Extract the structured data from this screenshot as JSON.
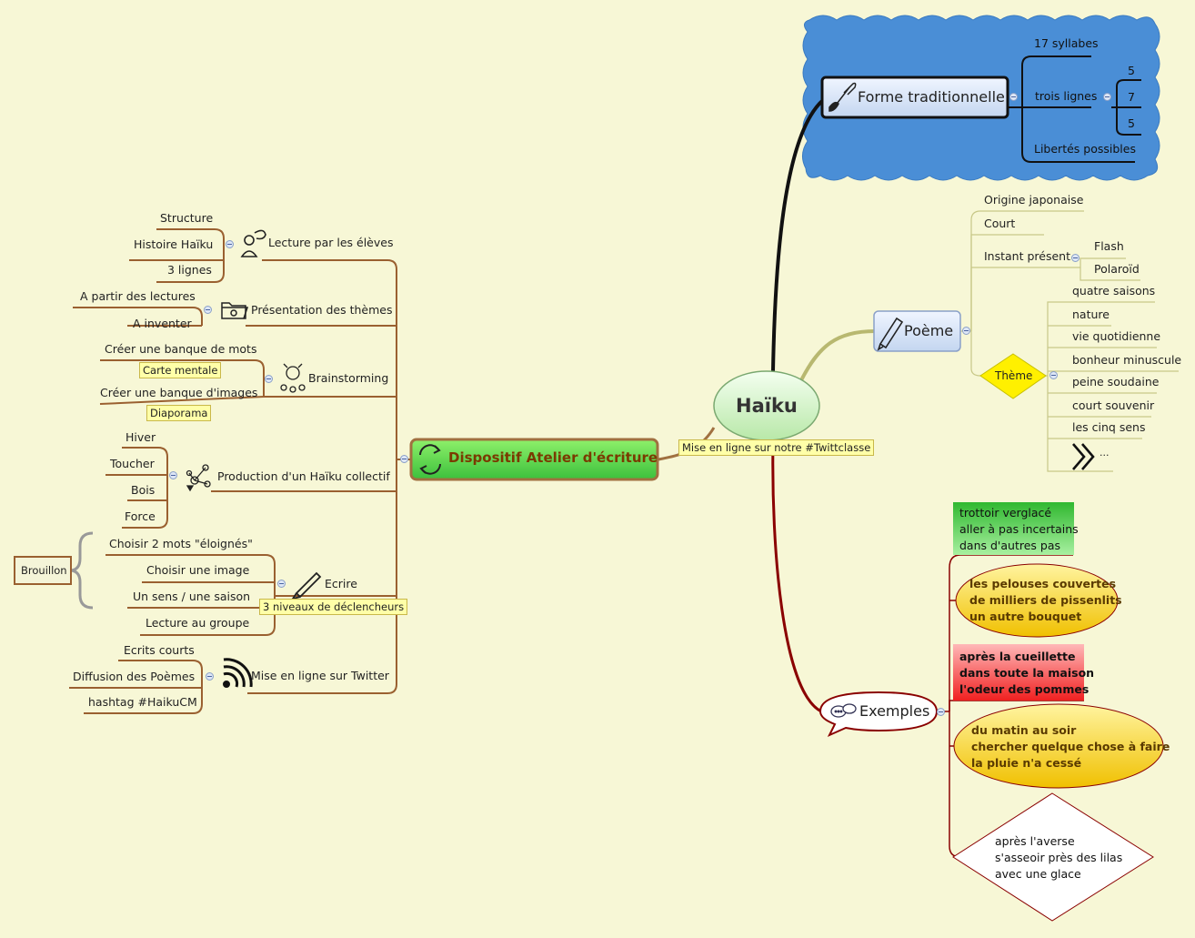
{
  "center": {
    "title": "Haïku",
    "note": "Mise en ligne sur notre #Twittclasse"
  },
  "left": {
    "title": "Dispositif Atelier d'écriture",
    "branches": [
      {
        "label": "Lecture par les élèves",
        "icon": "reader-icon",
        "children": [
          "Structure",
          "Histoire Haïku",
          "3 lignes"
        ]
      },
      {
        "label": "Présentation des thèmes",
        "icon": "folder-icon",
        "children": [
          "A partir des lectures",
          "A inventer"
        ]
      },
      {
        "label": "Brainstorming",
        "icon": "brainstorm-icon",
        "children": [
          "Créer une banque de mots",
          "Créer une banque d'images"
        ],
        "notes": [
          "Carte mentale",
          "Diaporama"
        ]
      },
      {
        "label": "Production d'un Haïku collectif",
        "icon": "network-icon",
        "children": [
          "Hiver",
          "Toucher",
          "Bois",
          "Force"
        ]
      },
      {
        "label": "Ecrire",
        "icon": "pen-icon",
        "children": [
          "Choisir 2 mots \"éloignés\"",
          "Choisir une image",
          "Un sens / une saison",
          "Lecture au groupe"
        ],
        "note": "3 niveaux de déclencheurs",
        "summary": "Brouillon"
      },
      {
        "label": "Mise en ligne sur Twitter",
        "icon": "rss-icon",
        "children": [
          "Ecrits courts",
          "Diffusion des Poèmes",
          "hashtag #HaikuCM"
        ]
      }
    ]
  },
  "forme": {
    "title": "Forme traditionnelle",
    "icon": "brush-icon",
    "children": [
      "17 syllabes",
      "trois lignes",
      "Libertés possibles"
    ],
    "lines": [
      "5",
      "7",
      "5"
    ]
  },
  "poeme": {
    "title": "Poème",
    "icon": "pencil-icon",
    "children": [
      "Origine japonaise",
      "Court",
      "Instant présent"
    ],
    "instant": [
      "Flash",
      "Polaroïd"
    ],
    "theme": {
      "label": "Thème",
      "items": [
        "quatre saisons",
        "nature",
        "vie quotidienne",
        "bonheur minuscule",
        "peine soudaine",
        "court souvenir",
        "les cinq sens",
        "..."
      ]
    }
  },
  "exemples": {
    "title": "Exemples",
    "icon": "speech-icon",
    "poems": [
      {
        "lines": [
          "trottoir verglacé",
          "aller à pas incertains",
          "dans d'autres pas"
        ],
        "color": "#40c840"
      },
      {
        "lines": [
          "les pelouses couvertes",
          "de milliers de pissenlits",
          "un autre bouquet"
        ],
        "color": "#f2c200"
      },
      {
        "lines": [
          "après la cueillette",
          "dans toute la maison",
          "l'odeur des pommes"
        ],
        "color": "#f03030"
      },
      {
        "lines": [
          "du matin au soir",
          "chercher quelque chose à faire",
          "la pluie n'a cessé"
        ],
        "color": "#f2c200"
      },
      {
        "lines": [
          "après l'averse",
          "s'asseoir près des lilas",
          "avec une glace"
        ],
        "color": "#ffffff"
      }
    ]
  }
}
